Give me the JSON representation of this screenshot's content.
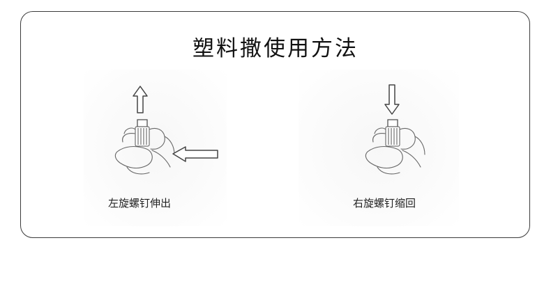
{
  "title": "塑料撒使用方法",
  "steps": [
    {
      "caption": "左旋螺钉伸出",
      "arrow": "up"
    },
    {
      "caption": "右旋螺钉缩回",
      "arrow": "down"
    }
  ],
  "colors": {
    "frame": "#3a3a3a",
    "line": "#444444",
    "text": "#222222"
  }
}
